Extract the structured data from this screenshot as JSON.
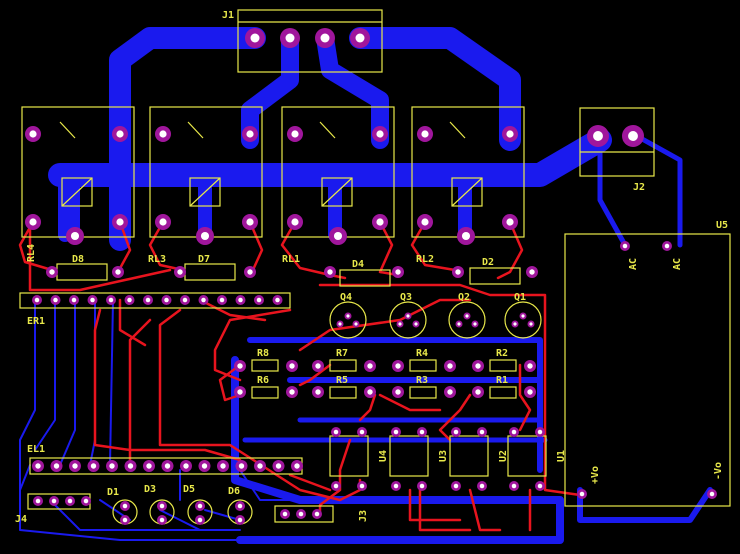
{
  "board": {
    "background": "#000000"
  },
  "colors": {
    "copper_bottom": "#1a1aee",
    "copper_top": "#e8141e",
    "silkscreen": "#e8e84a",
    "pad": "#a0169c"
  },
  "labels": {
    "j1": "J1",
    "j2": "J2",
    "j3": "J3",
    "j4": "J4",
    "u1": "U1",
    "u2": "U2",
    "u3": "U3",
    "u4": "U4",
    "u5": "U5",
    "rl1": "RL1",
    "rl2": "RL2",
    "rl3": "RL3",
    "rl4": "RL4",
    "d1": "D1",
    "d2": "D2",
    "d3": "D3",
    "d4": "D4",
    "d5": "D5",
    "d6": "D6",
    "d7": "D7",
    "d8": "D8",
    "q1": "Q1",
    "q2": "Q2",
    "q3": "Q3",
    "q4": "Q4",
    "r1": "R1",
    "r2": "R2",
    "r3": "R3",
    "r4": "R4",
    "r5": "R5",
    "r6": "R6",
    "r7": "R7",
    "r8": "R8",
    "er1": "ER1",
    "el1": "EL1",
    "ac_a": "AC",
    "ac_b": "AC",
    "pvo": "+Vo",
    "nvo": "-Vo"
  }
}
